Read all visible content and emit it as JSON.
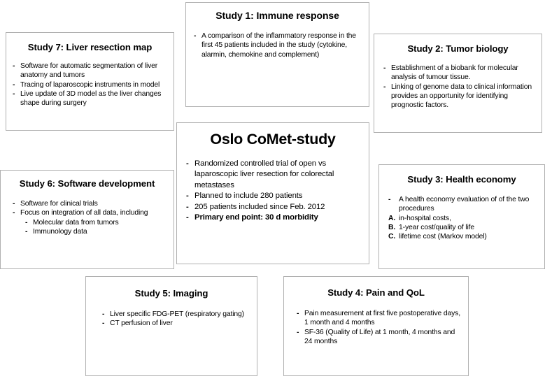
{
  "diagram": {
    "title": "Oslo CoMet-study overview",
    "box_border_color": "#b0b0b0",
    "background_color": "#ffffff",
    "text_color": "#000000"
  },
  "center": {
    "title": "Oslo CoMet-study",
    "bullets": [
      {
        "mark": "-",
        "text": "Randomized controlled trial of open vs laparoscopic liver resection for colorectal metastases",
        "bold": false
      },
      {
        "mark": "-",
        "text": "Planned to include 280 patients",
        "bold": false
      },
      {
        "mark": "-",
        "text": "205 patients included since Feb. 2012",
        "bold": false
      },
      {
        "mark": "-",
        "text": "Primary end point: 30 d morbidity",
        "bold": true
      }
    ]
  },
  "study1": {
    "title": "Study 1: Immune response",
    "bullets": [
      {
        "mark": "-",
        "text": "A comparison of the inflammatory response in the first 45 patients included in the study (cytokine, alarmin, chemokine and complement)",
        "bold": false
      }
    ]
  },
  "study2": {
    "title": "Study 2: Tumor biology",
    "bullets": [
      {
        "mark": "-",
        "text": "Establishment of a biobank for molecular analysis of tumour tissue.",
        "bold": false
      },
      {
        "mark": "-",
        "text": "Linking of genome data to clinical information provides an opportunity for identifying prognostic factors.",
        "bold": false
      }
    ]
  },
  "study3": {
    "title": "Study 3: Health economy",
    "bullets": [
      {
        "mark": "-",
        "text": "A health economy evaluation of of the two procedures",
        "bold": false
      },
      {
        "mark": "A.",
        "text": "in-hospital costs,",
        "bold": false
      },
      {
        "mark": "B.",
        "text": "1-year cost/quality of life",
        "bold": false
      },
      {
        "mark": "C.",
        "text": "lifetime cost (Markov model)",
        "bold": false
      }
    ]
  },
  "study4": {
    "title": "Study 4: Pain and QoL",
    "bullets": [
      {
        "mark": "-",
        "text": "Pain measurement at first five postoperative days, 1 month and 4 months",
        "bold": false
      },
      {
        "mark": "-",
        "text": "SF-36 (Quality of Life) at 1 month, 4 months and 24 months",
        "bold": false
      }
    ]
  },
  "study5": {
    "title": "Study 5: Imaging",
    "bullets": [
      {
        "mark": "-",
        "text": "Liver specific FDG-PET (respiratory gating)",
        "bold": false
      },
      {
        "mark": "-",
        "text": "CT perfusion of liver",
        "bold": false
      }
    ]
  },
  "study6": {
    "title": "Study 6: Software development",
    "bullets": [
      {
        "mark": "-",
        "text": "Software for clinical trials",
        "bold": false,
        "sub": false
      },
      {
        "mark": "-",
        "text": "Focus on integration of all data, including",
        "bold": false,
        "sub": false
      },
      {
        "mark": "-",
        "text": "Molecular data from tumors",
        "bold": false,
        "sub": true
      },
      {
        "mark": "-",
        "text": "Immunology data",
        "bold": false,
        "sub": true
      }
    ]
  },
  "study7": {
    "title": "Study 7: Liver resection map",
    "bullets": [
      {
        "mark": "-",
        "text": "Software for automatic segmentation of liver anatomy and tumors",
        "bold": false
      },
      {
        "mark": "-",
        "text": "Tracing of laparoscopic instruments in model",
        "bold": false
      },
      {
        "mark": "-",
        "text": "Live update of 3D model as the liver changes shape during surgery",
        "bold": false
      }
    ]
  }
}
